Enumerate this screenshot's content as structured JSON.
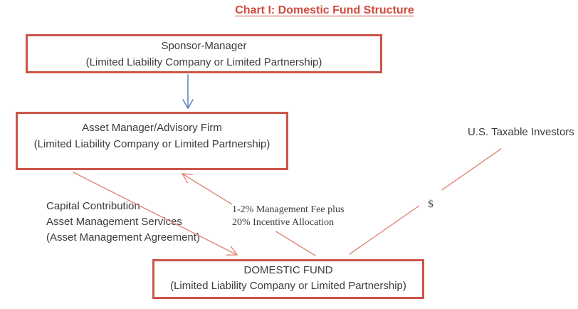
{
  "title": "Chart I: Domestic Fund Structure",
  "boxes": {
    "sponsor": {
      "line1": "Sponsor-Manager",
      "line2": "(Limited Liability Company or Limited Partnership)"
    },
    "asset_manager": {
      "line1": "Asset Manager/Advisory Firm",
      "line2": "(Limited Liability Company or Limited Partnership)"
    },
    "domestic_fund": {
      "line1": "DOMESTIC FUND",
      "line2": "(Limited Liability Company or Limited Partnership)"
    }
  },
  "labels": {
    "investors": "U.S. Taxable Investors",
    "capital": {
      "line1": "Capital Contribution",
      "line2": "Asset Management Services",
      "line3": "(Asset Management Agreement)"
    },
    "fee": {
      "line1": "1-2% Management Fee plus",
      "line2": "20% Incentive Allocation"
    },
    "dollar": "$"
  },
  "colors": {
    "title": "#d04a3e",
    "box_border": "#cc5548",
    "arrow_red": "#e2867b",
    "arrow_blue": "#4e79b7",
    "text": "#3b3b3b"
  }
}
